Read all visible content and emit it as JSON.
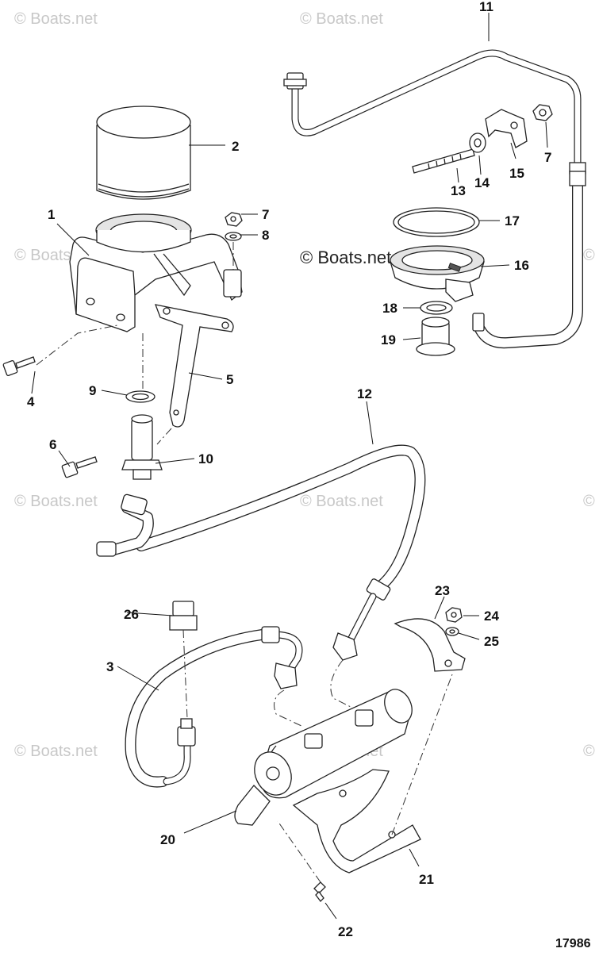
{
  "watermark": {
    "text": "© Boats.net"
  },
  "diagram_number": "17986",
  "callouts": {
    "c1": "1",
    "c2": "2",
    "c3": "3",
    "c4": "4",
    "c5": "5",
    "c6": "6",
    "c7a": "7",
    "c7b": "7",
    "c8": "8",
    "c9": "9",
    "c10": "10",
    "c11": "11",
    "c12": "12",
    "c13": "13",
    "c14": "14",
    "c15": "15",
    "c16": "16",
    "c17": "17",
    "c18": "18",
    "c19": "19",
    "c20": "20",
    "c21": "21",
    "c22": "22",
    "c23": "23",
    "c24": "24",
    "c25": "25",
    "c26": "26"
  }
}
